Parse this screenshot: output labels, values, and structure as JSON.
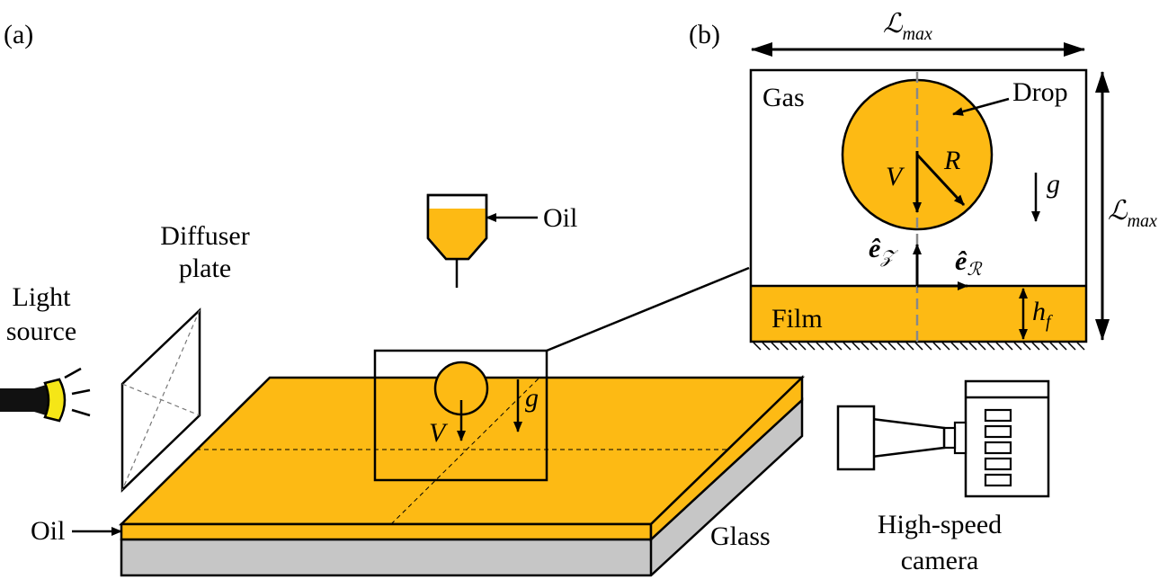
{
  "panel_a": {
    "label": "(a)",
    "light_source": [
      "Light",
      "source"
    ],
    "diffuser": [
      "Diffuser",
      "plate"
    ],
    "syringe_oil": "Oil",
    "film_oil": "Oil",
    "glass": "Glass",
    "camera": [
      "High-speed",
      "camera"
    ],
    "inset_velocity": "V",
    "inset_gravity": "g"
  },
  "panel_b": {
    "label": "(b)",
    "width_label": "ℒ",
    "width_sub": "max",
    "height_label": "ℒ",
    "height_sub": "max",
    "gas": "Gas",
    "drop": "Drop",
    "radius": "R",
    "velocity": "V",
    "gravity": "g",
    "e_z": "ê",
    "e_z_sub": "𝒵",
    "e_r": "ê",
    "e_r_sub": "ℛ",
    "film": "Film",
    "hf": "h",
    "hf_sub": "f"
  },
  "colors": {
    "oil": "#FDBA14",
    "glass": "#C6C6C6",
    "bulb": "#F5E617",
    "outline": "#000000"
  }
}
